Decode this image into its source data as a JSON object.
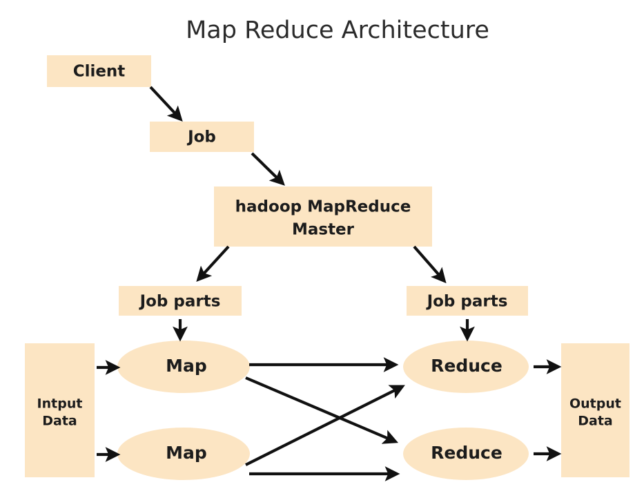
{
  "title": "Map Reduce Architecture",
  "colors": {
    "node_fill": "#FCE5C3",
    "text": "#1c1c1c",
    "title_text": "#2b2b2b",
    "arrow": "#111111",
    "background": "#ffffff"
  },
  "nodes": {
    "client": {
      "label": "Client",
      "shape": "rectangle"
    },
    "job": {
      "label": "Job",
      "shape": "rectangle"
    },
    "master": {
      "label_line1": "hadoop MapReduce",
      "label_line2": "Master",
      "shape": "rectangle"
    },
    "job_parts_left": {
      "label": "Job parts",
      "shape": "rectangle"
    },
    "job_parts_right": {
      "label": "Job parts",
      "shape": "rectangle"
    },
    "input_data": {
      "label_line1": "Intput",
      "label_line2": "Data",
      "shape": "rectangle"
    },
    "output_data": {
      "label_line1": "Output",
      "label_line2": "Data",
      "shape": "rectangle"
    },
    "map_top": {
      "label": "Map",
      "shape": "ellipse"
    },
    "map_bottom": {
      "label": "Map",
      "shape": "ellipse"
    },
    "reduce_top": {
      "label": "Reduce",
      "shape": "ellipse"
    },
    "reduce_bottom": {
      "label": "Reduce",
      "shape": "ellipse"
    }
  },
  "edges": [
    {
      "name": "client-to-job",
      "from": "client",
      "to": "job"
    },
    {
      "name": "job-to-master",
      "from": "job",
      "to": "master"
    },
    {
      "name": "master-to-job-parts-left",
      "from": "master",
      "to": "job_parts_left"
    },
    {
      "name": "master-to-job-parts-right",
      "from": "master",
      "to": "job_parts_right"
    },
    {
      "name": "job-parts-left-to-map-top",
      "from": "job_parts_left",
      "to": "map_top"
    },
    {
      "name": "job-parts-right-to-reduce-top",
      "from": "job_parts_right",
      "to": "reduce_top"
    },
    {
      "name": "input-to-map-top",
      "from": "input_data",
      "to": "map_top"
    },
    {
      "name": "input-to-map-bottom",
      "from": "input_data",
      "to": "map_bottom"
    },
    {
      "name": "map-top-to-reduce-top",
      "from": "map_top",
      "to": "reduce_top"
    },
    {
      "name": "map-top-to-reduce-bottom",
      "from": "map_top",
      "to": "reduce_bottom"
    },
    {
      "name": "map-bottom-to-reduce-top",
      "from": "map_bottom",
      "to": "reduce_top"
    },
    {
      "name": "map-bottom-to-reduce-bottom",
      "from": "map_bottom",
      "to": "reduce_bottom"
    },
    {
      "name": "reduce-top-to-output",
      "from": "reduce_top",
      "to": "output_data"
    },
    {
      "name": "reduce-bottom-to-output",
      "from": "reduce_bottom",
      "to": "output_data"
    }
  ]
}
